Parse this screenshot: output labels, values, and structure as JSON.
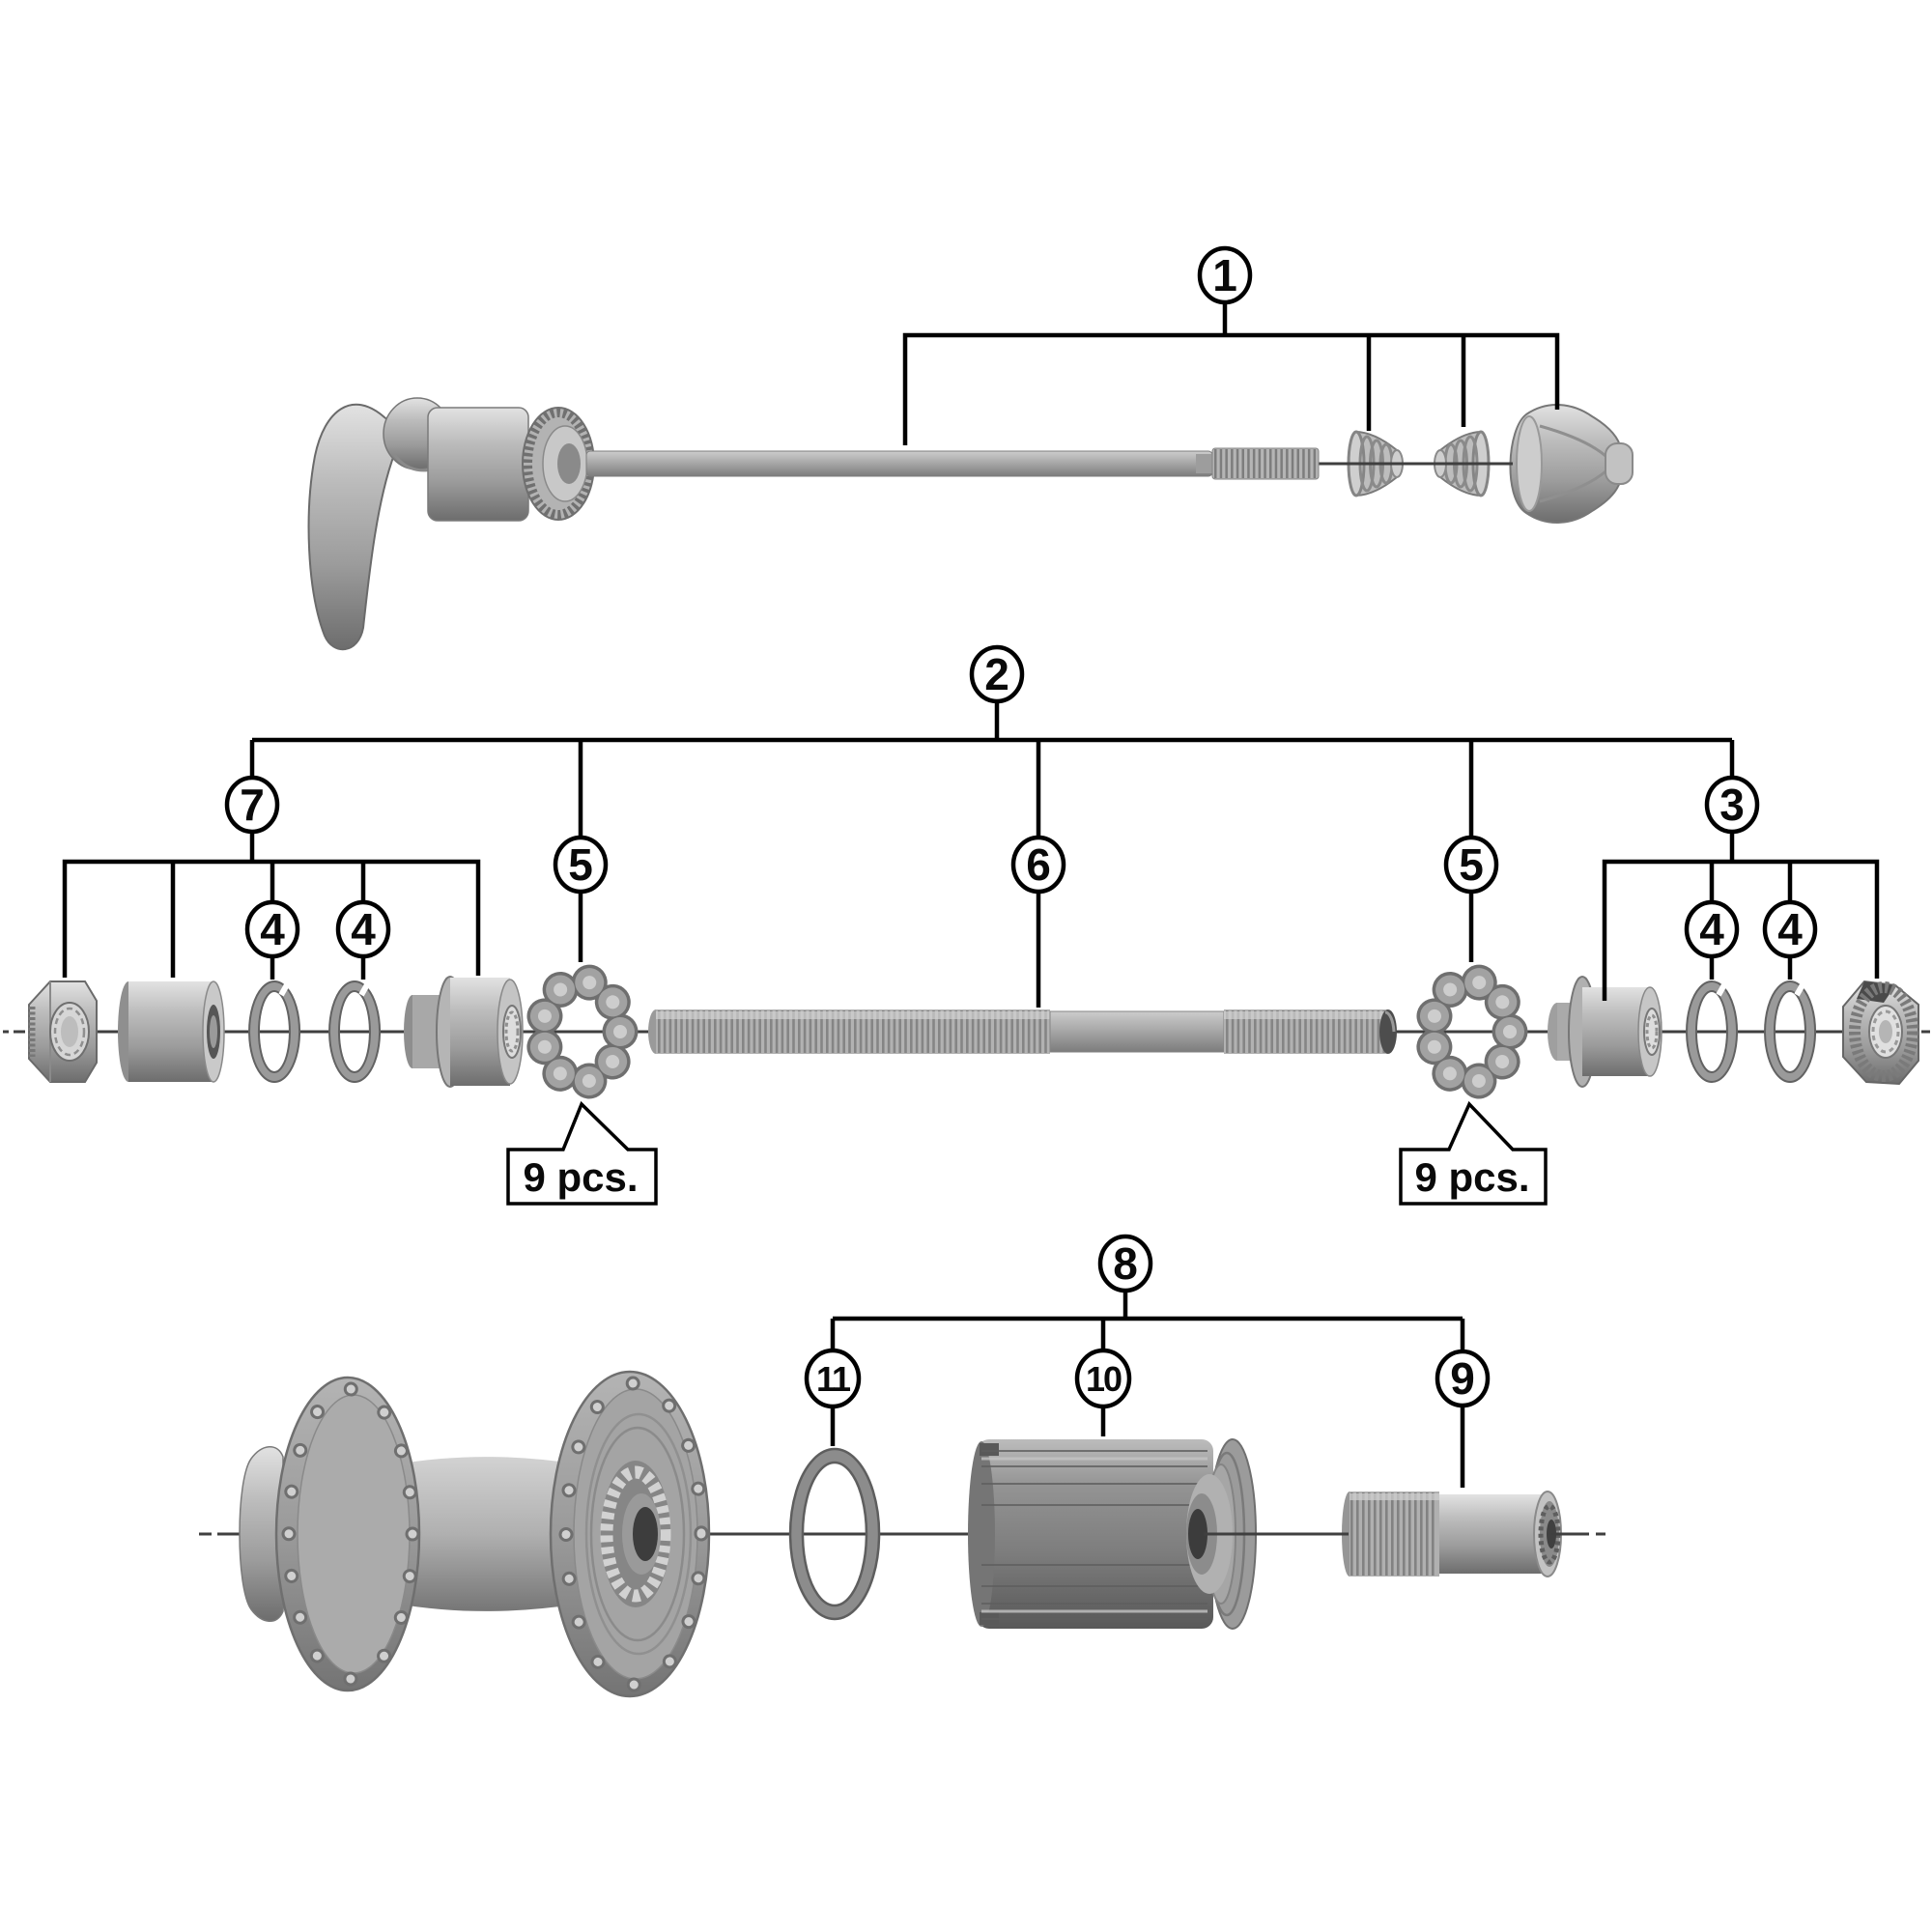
{
  "diagram": {
    "background": "#ffffff",
    "line_color": "#000000",
    "metal_colors": {
      "light": "#dedede",
      "mid": "#a9a9a9",
      "dark": "#6e6e6e"
    },
    "callouts": {
      "qr_skewer": "1",
      "hub_axle_assembly": "2",
      "right_lock_nut_unit": "3",
      "washer": "4",
      "ball_retainer": "5",
      "axle": "6",
      "left_lock_nut_unit": "7",
      "freehub_unit": "8",
      "right_hand_spacer": "9",
      "freehub_body": "10",
      "seal_ring": "11"
    },
    "notes": {
      "ball_quantity": "9 pcs."
    }
  }
}
